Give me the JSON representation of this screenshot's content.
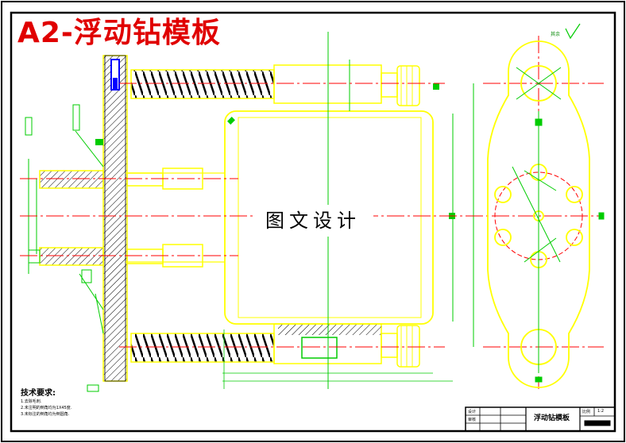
{
  "drawing": {
    "title": "A2-浮动钻模板",
    "watermark": "图文设计",
    "roughness_note": "其余",
    "colors": {
      "border": "#000000",
      "title": "#e00000",
      "outline": "#ffff00",
      "centerline": "#ff0000",
      "dimension": "#00cc00",
      "section_hatch": "#000000",
      "pin": "#0000ff"
    }
  },
  "notes": {
    "heading": "技术要求:",
    "items": [
      "1.去除毛刺.",
      "2.未注明的倒角均为1X45度.",
      "3.未标注的倒角均为倒圆角."
    ]
  },
  "title_block": {
    "part_name": "浮动钻模板",
    "designer_label": "设计",
    "reviewer_label": "审核",
    "scale_label": "比例",
    "scale_value": "1:2"
  }
}
